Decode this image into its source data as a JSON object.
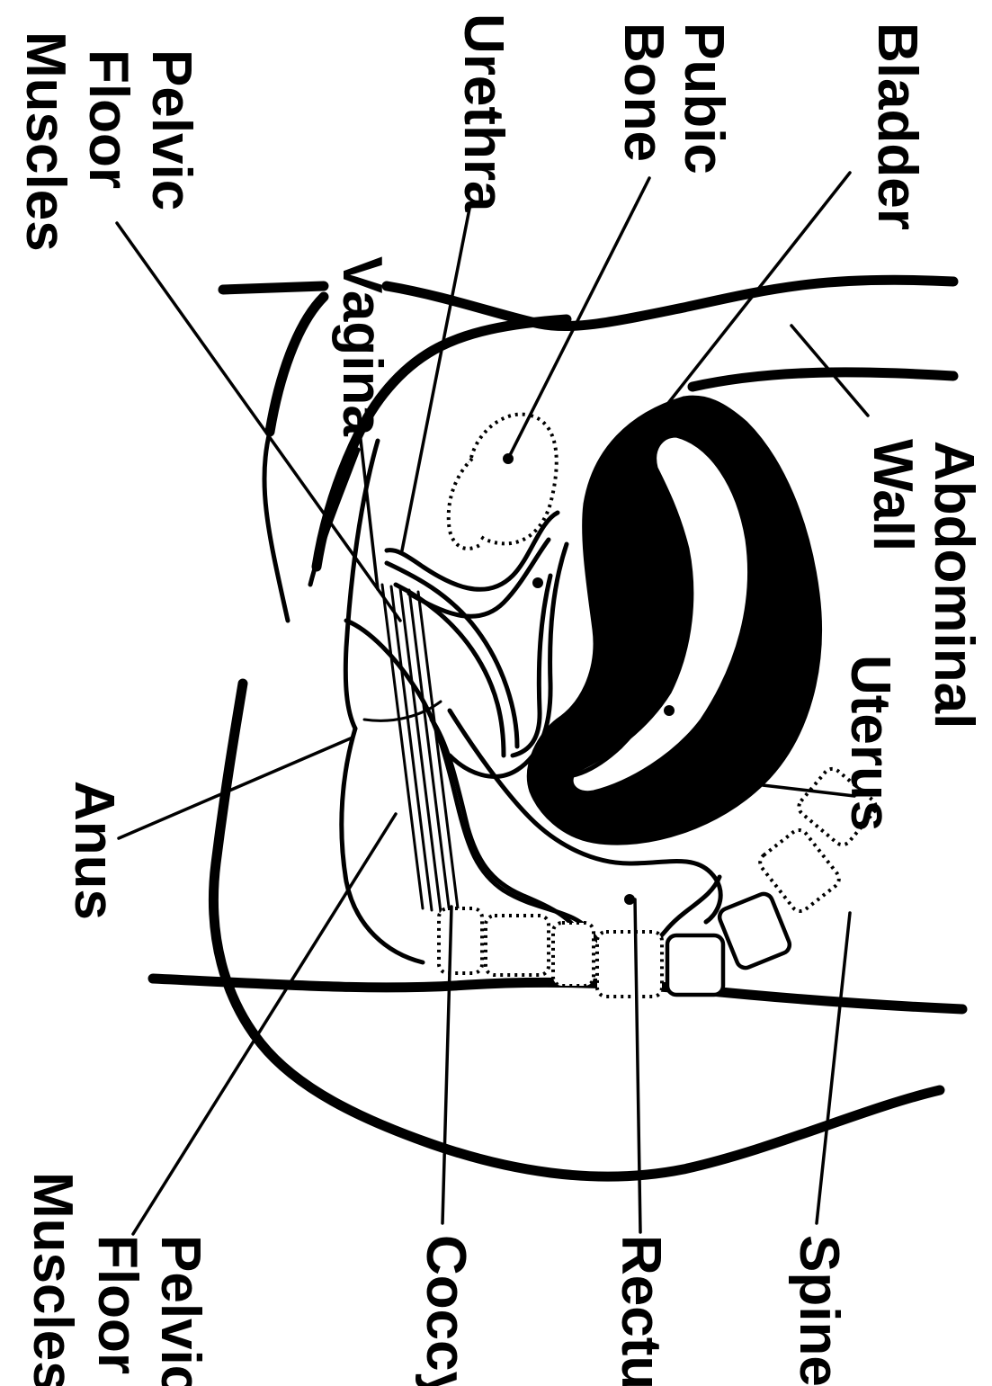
{
  "labels": {
    "bladder": "Bladder",
    "pubic_bone_1": "Pubic",
    "pubic_bone_2": "Bone",
    "urethra": "Urethra",
    "pelvic_floor_top_1": "Pelvic",
    "pelvic_floor_top_2": "Floor",
    "pelvic_floor_top_3": "Muscles",
    "vagina": "Vagina",
    "abdominal_wall_1": "Abdominal",
    "abdominal_wall_2": "Wall",
    "uterus": "Uterus",
    "anus": "Anus",
    "spine": "Spine",
    "rectum": "Rectum",
    "coccyx": "Coccyx",
    "pelvic_floor_bottom_1": "Pelvic",
    "pelvic_floor_bottom_2": "Floor",
    "pelvic_floor_bottom_3": "Muscles"
  },
  "colors": {
    "ink": "#000000",
    "background": "#ffffff"
  }
}
